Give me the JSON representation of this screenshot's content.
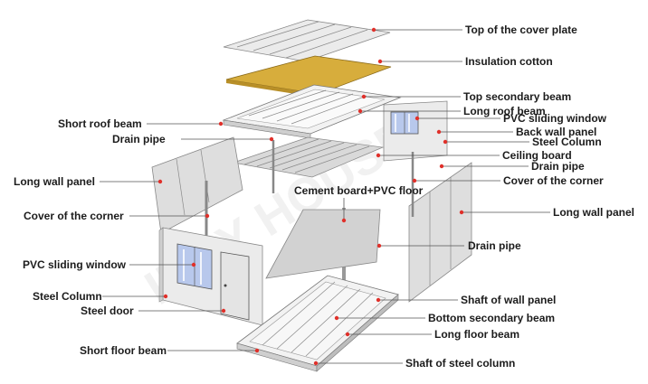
{
  "labels": {
    "top_cover_plate": "Top of the cover plate",
    "insulation_cotton": "Insulation cotton",
    "top_secondary_beam": "Top secondary beam",
    "long_roof_beam": "Long roof beam",
    "pvc_window_back": "PVC sliding window",
    "back_wall_panel": "Back wall panel",
    "steel_column_back": "Steel Column",
    "ceiling_board": "Ceiling board",
    "drain_pipe_right": "Drain pipe",
    "cover_corner_right": "Cover of the corner",
    "long_wall_panel_right": "Long wall panel",
    "drain_pipe_mid": "Drain pipe",
    "shaft_wall_panel": "Shaft of wall panel",
    "bottom_secondary_beam": "Bottom secondary beam",
    "long_floor_beam": "Long floor beam",
    "shaft_steel_column": "Shaft of steel column",
    "short_roof_beam": "Short roof beam",
    "drain_pipe_left": "Drain pipe",
    "long_wall_panel_left": "Long wall panel",
    "cover_corner_left": "Cover of the corner",
    "cement_board_floor": "Cement board+PVC floor",
    "pvc_window_front": "PVC sliding window",
    "steel_column_front": "Steel Column",
    "steel_door": "Steel door",
    "short_floor_beam": "Short floor beam"
  },
  "watermark": "IHHY HOUSE",
  "colors": {
    "dot": "#e0302a",
    "insulation": "#d7ad3c",
    "window_glass": "#b8c8ec"
  }
}
